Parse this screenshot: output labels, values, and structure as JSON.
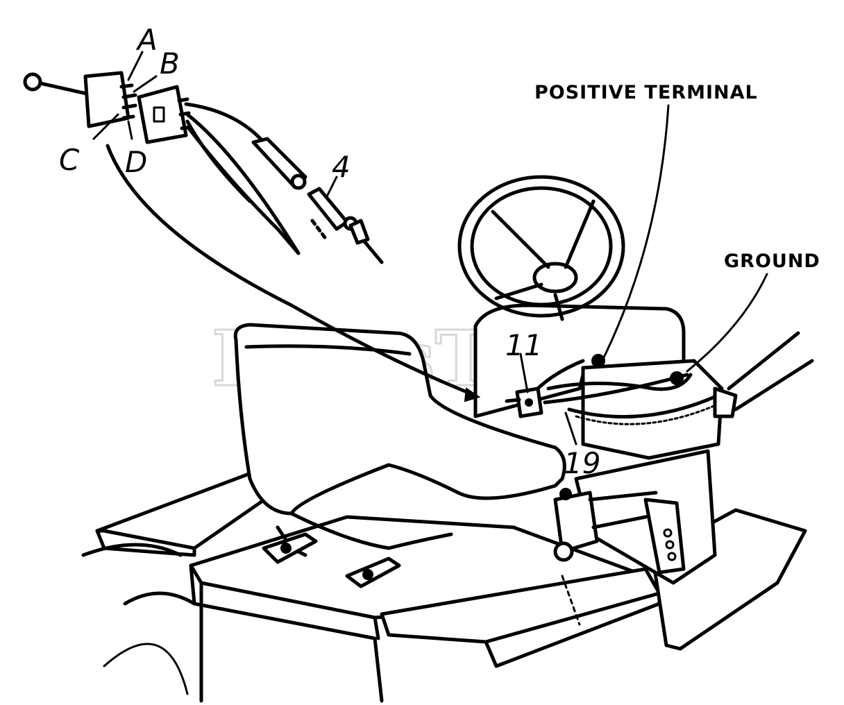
{
  "watermark": "PartsTree",
  "callouts": {
    "a": "A",
    "b": "B",
    "c": "C",
    "d": "D",
    "part_4": "4",
    "part_11": "11",
    "part_19": "19"
  },
  "labels": {
    "positive_terminal": "POSITIVE TERMINAL",
    "ground": "GROUND"
  }
}
